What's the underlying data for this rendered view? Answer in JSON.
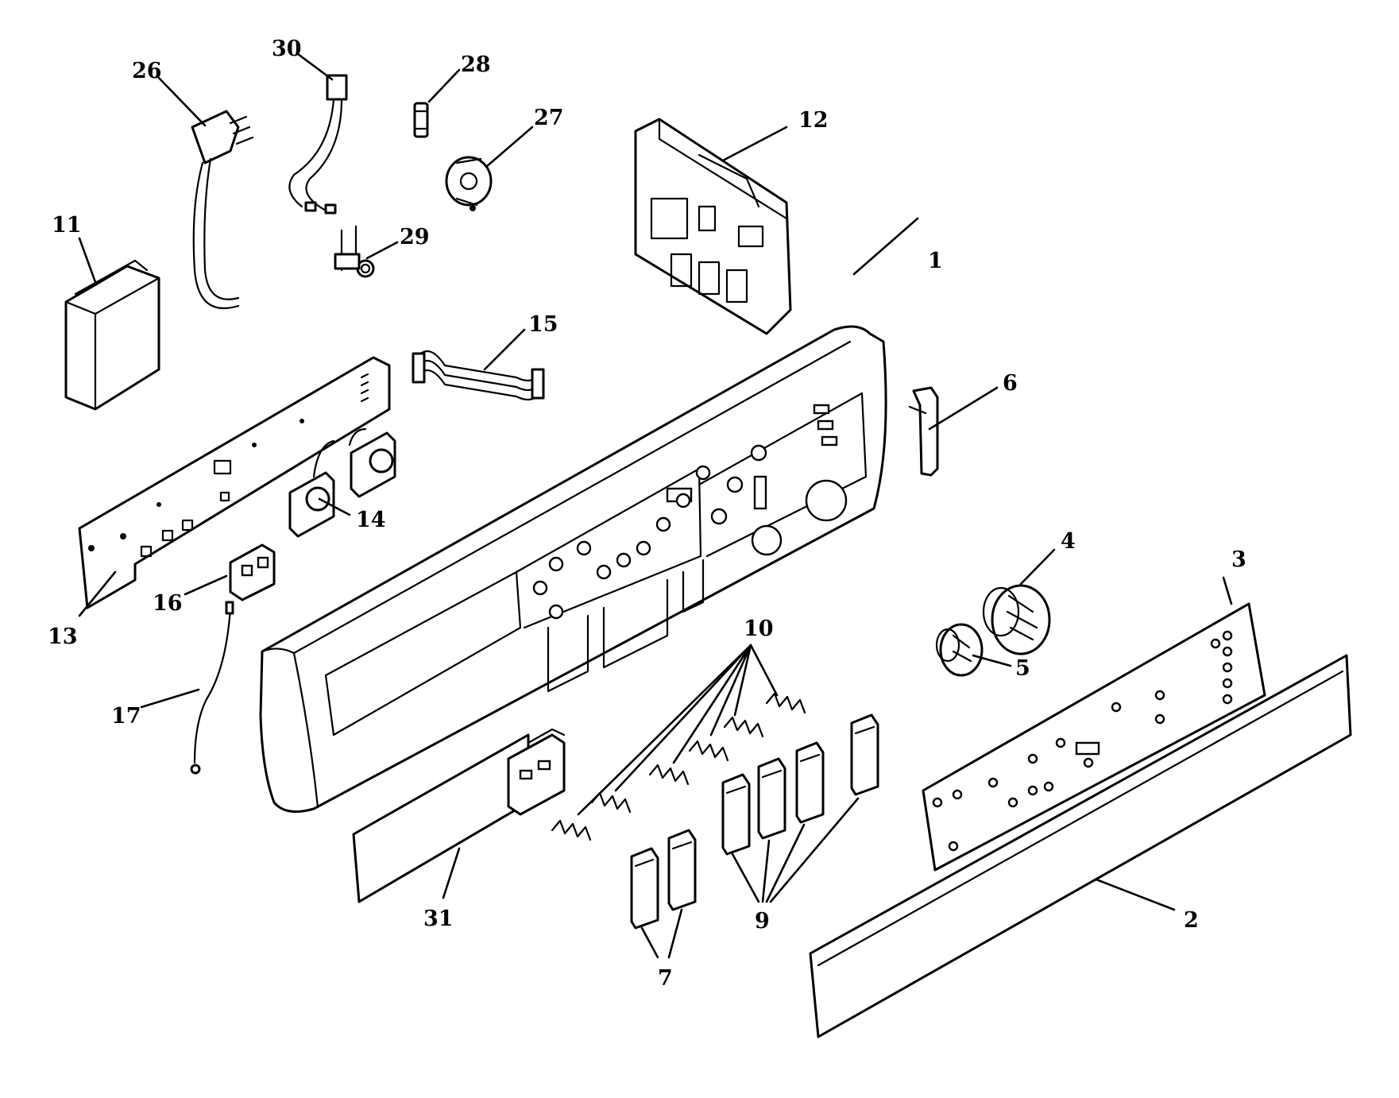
{
  "diagram": {
    "callouts": [
      {
        "id": "c1",
        "label": "1"
      },
      {
        "id": "c2",
        "label": "2"
      },
      {
        "id": "c3",
        "label": "3"
      },
      {
        "id": "c4",
        "label": "4"
      },
      {
        "id": "c5",
        "label": "5"
      },
      {
        "id": "c6",
        "label": "6"
      },
      {
        "id": "c7",
        "label": "7"
      },
      {
        "id": "c9",
        "label": "9"
      },
      {
        "id": "c10",
        "label": "10"
      },
      {
        "id": "c11",
        "label": "11"
      },
      {
        "id": "c12",
        "label": "12"
      },
      {
        "id": "c13",
        "label": "13"
      },
      {
        "id": "c14",
        "label": "14"
      },
      {
        "id": "c15",
        "label": "15"
      },
      {
        "id": "c16",
        "label": "16"
      },
      {
        "id": "c17",
        "label": "17"
      },
      {
        "id": "c26",
        "label": "26"
      },
      {
        "id": "c27",
        "label": "27"
      },
      {
        "id": "c28",
        "label": "28"
      },
      {
        "id": "c29",
        "label": "29"
      },
      {
        "id": "c30",
        "label": "30"
      },
      {
        "id": "c31",
        "label": "31"
      }
    ],
    "colors": {
      "line": "#000000",
      "background": "#ffffff"
    }
  }
}
